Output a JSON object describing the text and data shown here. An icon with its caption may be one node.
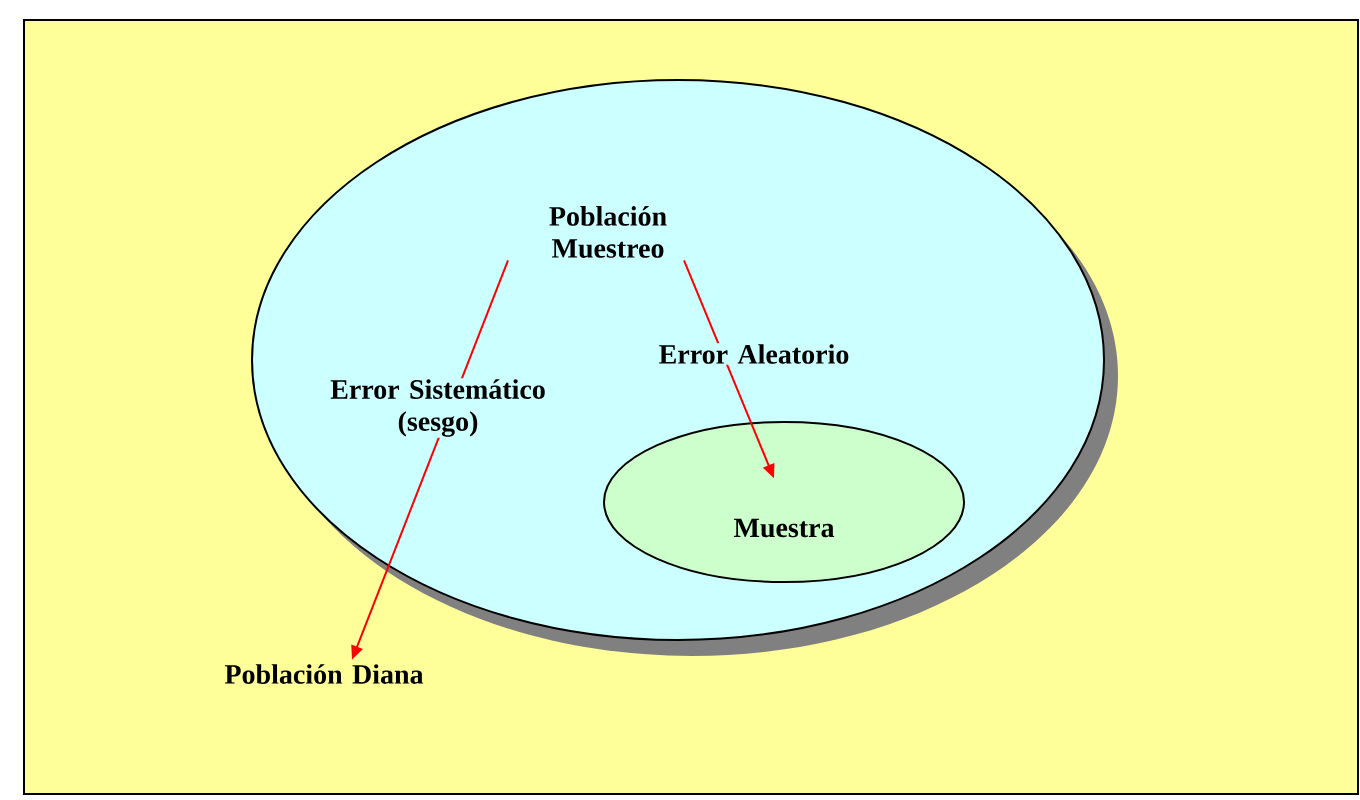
{
  "diagram": {
    "nodes": [
      {
        "text": [],
        "shape": "box"
      },
      {
        "text": [
          "Población Diana"
        ],
        "in": 0
      },
      {
        "text": [],
        "shape": "ellipse",
        "in": 0
      },
      {
        "text": [
          "Población Muestreo"
        ],
        "in": 2
      },
      {
        "text": [
          "Muestra"
        ],
        "in": 2
      }
    ],
    "edges": [
      {
        "from": 3,
        "to": 1,
        "arrow": "to",
        "label": "Error Sistemático (sesgo)",
        "color": "#ff0000"
      },
      {
        "from": 3,
        "to": 4,
        "arrow": "to",
        "label": "Error Aleatorio",
        "color": "#ff0000"
      }
    ]
  }
}
